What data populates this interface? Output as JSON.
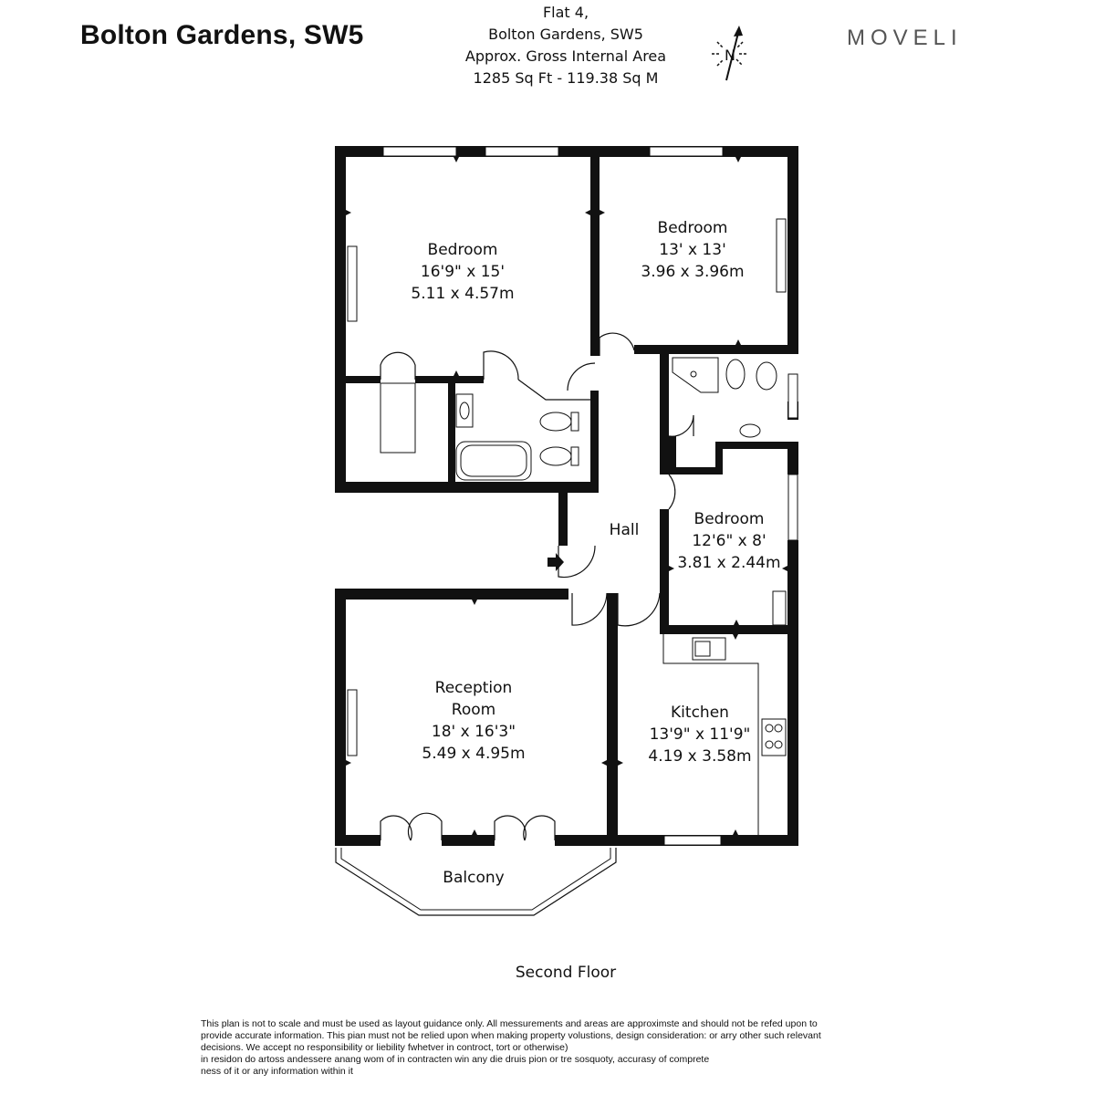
{
  "header": {
    "title": "Bolton Gardens, SW5",
    "address_line1": "Flat 4,",
    "address_line2": "Bolton Gardens, SW5",
    "area_label": "Approx. Gross Internal Area",
    "area_value": "1285 Sq Ft  - 119.38 Sq M",
    "compass_letter": "N",
    "brand": "MOVELI"
  },
  "rooms": {
    "bedroom1": {
      "name": "Bedroom",
      "imperial": "16'9\" x 15'",
      "metric": "5.11 x 4.57m"
    },
    "bedroom2": {
      "name": "Bedroom",
      "imperial": "13' x 13'",
      "metric": "3.96 x 3.96m"
    },
    "bedroom3": {
      "name": "Bedroom",
      "imperial": "12'6\" x 8'",
      "metric": "3.81 x 2.44m"
    },
    "hall": {
      "name": "Hall"
    },
    "reception": {
      "name_line1": "Reception",
      "name_line2": "Room",
      "imperial": "18' x 16'3\"",
      "metric": "5.49 x 4.95m"
    },
    "kitchen": {
      "name": "Kitchen",
      "imperial": "13'9\" x 11'9\"",
      "metric": "4.19 x 3.58m"
    },
    "balcony": {
      "name": "Balcony"
    }
  },
  "floor_label": "Second Floor",
  "disclaimer": [
    "This plan is not to scale and must be used as layout guidance only. All messurements and areas are approximste and should not be refed upon to",
    "provide accurate information. This pian must not be relied upon when making property volustions, design consideration: or arry other such relevant",
    "decisions. We accept no responsibility or liebility fwhetver in controct, tort or otherwise)",
    "in residon do artoss andessere anang wom of in contracten win any die druis pion or tre sosquoty, accurasy of comprete",
    "ness of it or any information within it"
  ],
  "colors": {
    "wall": "#111111",
    "brand_grey": "#555555"
  }
}
